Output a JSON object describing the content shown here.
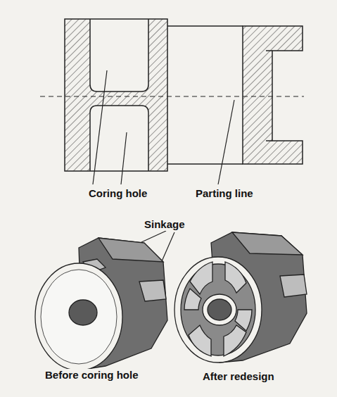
{
  "diagram": {
    "labels": [
      "Coring hole",
      "Parting line",
      "Sinkage",
      "Before coring hole",
      "After redesign"
    ]
  }
}
